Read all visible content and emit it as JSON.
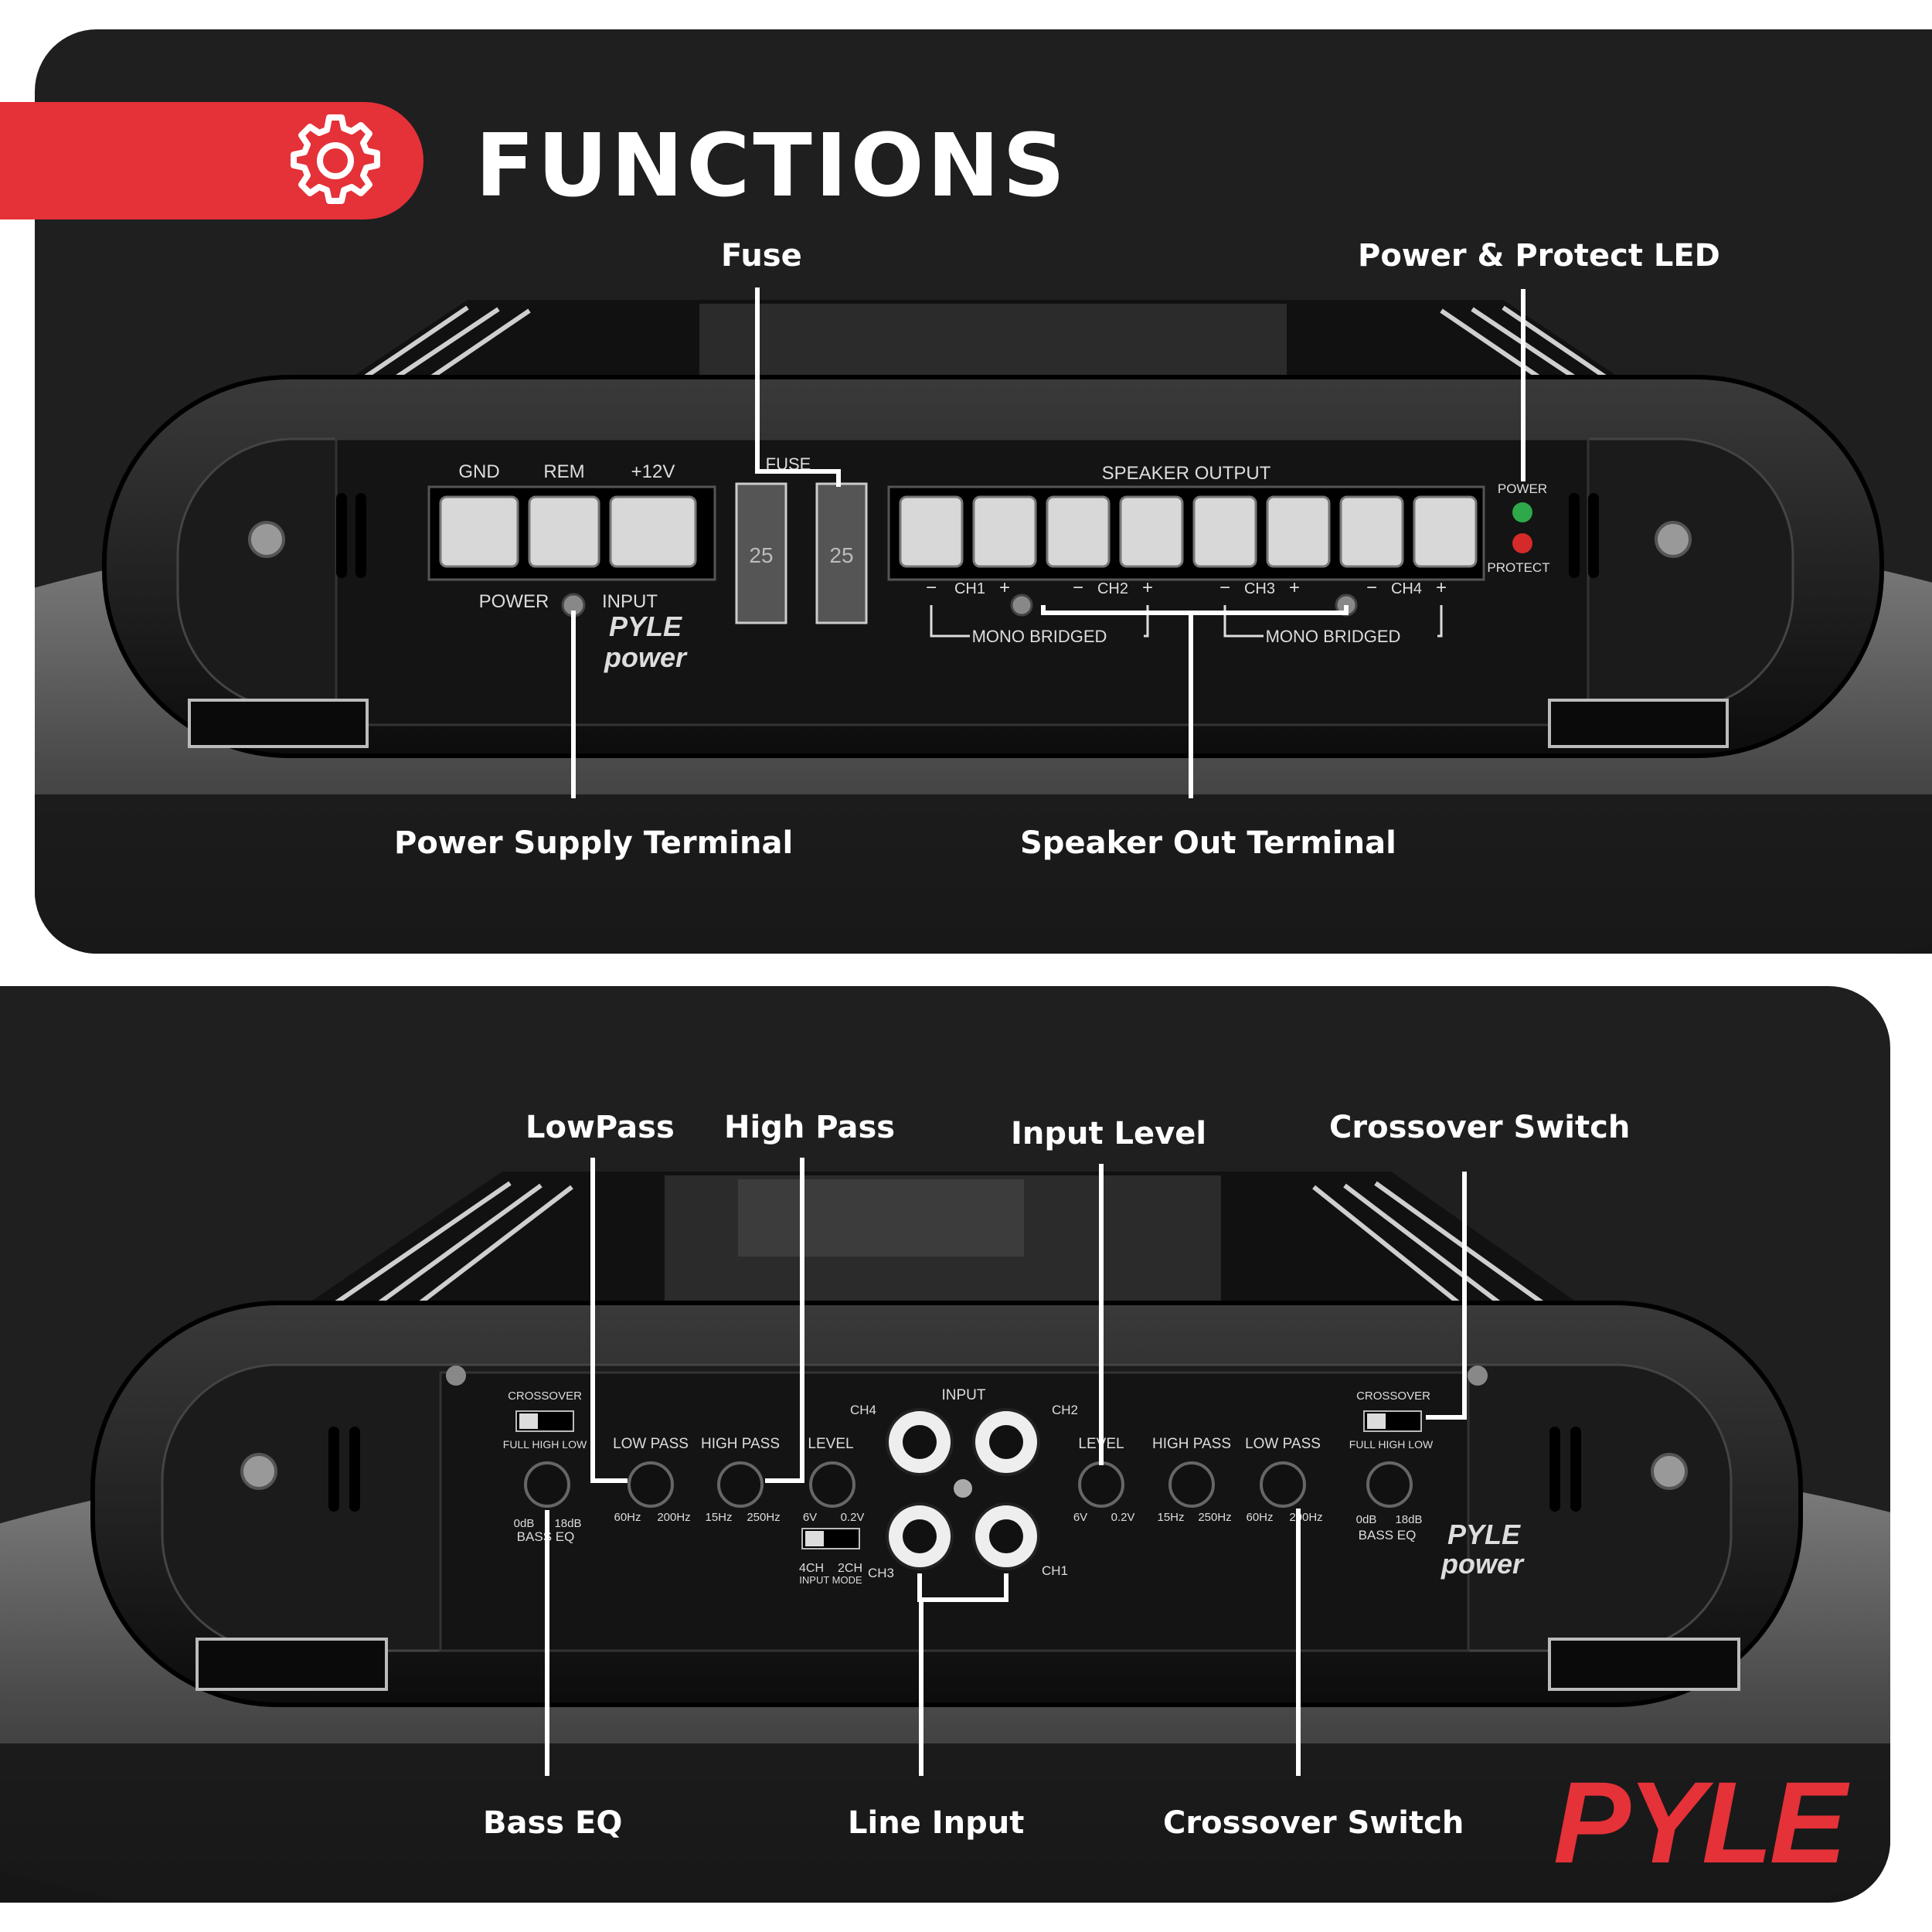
{
  "heading": "FUNCTIONS",
  "icons": {
    "banner": "gear-icon"
  },
  "colors": {
    "accent": "#e53138",
    "panel": "#1f1f1f",
    "line": "#ffffff"
  },
  "top": {
    "callouts": {
      "fuse": "Fuse",
      "led": "Power & Protect LED",
      "power_supply": "Power Supply Terminal",
      "speaker_out": "Speaker Out Terminal"
    },
    "amp": {
      "terminals": [
        "GND",
        "REM",
        "+12V"
      ],
      "power_label": "POWER",
      "input_label": "INPUT",
      "fuse_label": "FUSE",
      "fuse_rating": "25",
      "speaker_output": "SPEAKER OUTPUT",
      "channels": [
        "CH1",
        "CH2",
        "CH3",
        "CH4"
      ],
      "minus": "−",
      "plus": "+",
      "mono_bridged": "MONO BRIDGED",
      "led_power": "POWER",
      "led_protect": "PROTECT",
      "logo_top": "PYLE",
      "logo_bottom": "power"
    }
  },
  "bottom": {
    "callouts": {
      "lowpass": "LowPass",
      "highpass": "High Pass",
      "input_level": "Input Level",
      "crossover_top": "Crossover Switch",
      "bass_eq": "Bass EQ",
      "line_input": "Line Input",
      "crossover_bottom": "Crossover Switch"
    },
    "amp": {
      "crossover": "CROSSOVER",
      "full_high_low": "FULL HIGH LOW",
      "low_pass": "LOW PASS",
      "high_pass": "HIGH PASS",
      "level": "LEVEL",
      "input": "INPUT",
      "ch4": "CH4",
      "ch2": "CH2",
      "ch3": "CH3",
      "ch1": "CH1",
      "bass_eq": "BASS EQ",
      "db_min": "0dB",
      "db_max": "18dB",
      "lp_min": "60Hz",
      "lp_max": "200Hz",
      "hp_min": "15Hz",
      "hp_max": "250Hz",
      "lv_min": "6V",
      "lv_max": "0.2V",
      "input_mode": "INPUT MODE",
      "mode_4ch": "4CH",
      "mode_2ch": "2CH",
      "logo_top": "PYLE",
      "logo_bottom": "power"
    }
  },
  "brand": "PYLE"
}
